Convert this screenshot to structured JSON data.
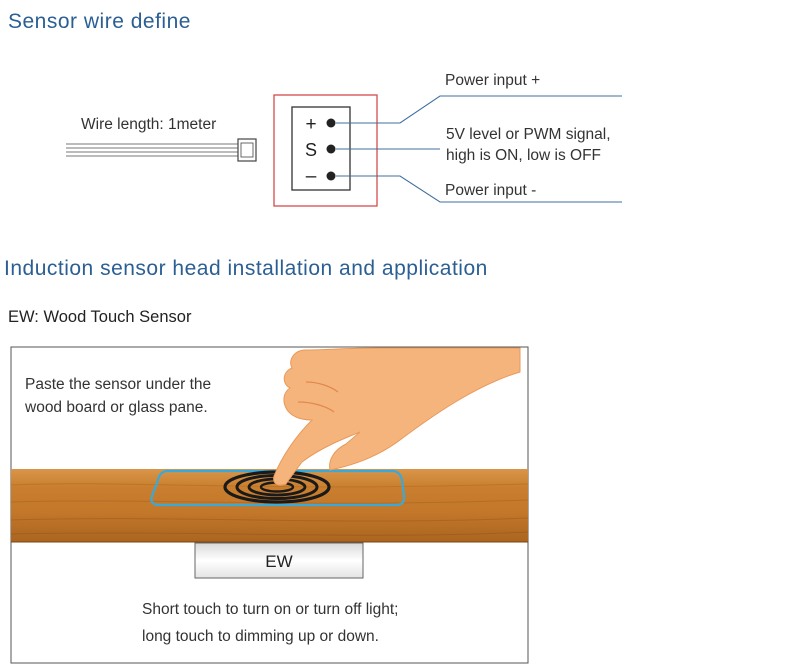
{
  "sections": {
    "wire_title": "Sensor wire define",
    "install_title": "Induction sensor head installation and application",
    "sensor_name": "EW: Wood Touch Sensor"
  },
  "wire": {
    "length_label": "Wire length: 1meter",
    "pins": [
      {
        "symbol": "+",
        "label": "Power input +"
      },
      {
        "symbol": "S",
        "label": "5V level or PWM signal,",
        "label2": "high is ON, low is OFF"
      },
      {
        "symbol": "–",
        "label": "Power input -"
      }
    ]
  },
  "application": {
    "paste_line1": "Paste the sensor under the",
    "paste_line2": "wood board or glass pane.",
    "module_label": "EW",
    "usage_line1": "Short touch to turn on or turn off light;",
    "usage_line2": "long touch to dimming up or down."
  },
  "colors": {
    "heading_blue": "#2b5f94",
    "connector_red": "#d64a4a",
    "leader_blue": "#3f6f9f",
    "wood": "#c9842f",
    "sensor_outline": "#3aa9d8",
    "hand": "#f6b47d"
  }
}
